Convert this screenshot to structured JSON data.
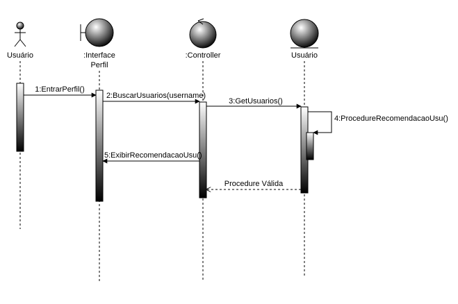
{
  "participants": [
    {
      "id": "p1",
      "kind": "actor",
      "name": "Usuário"
    },
    {
      "id": "p2",
      "kind": "boundary",
      "name_line1": ":Interface",
      "name_line2": "Perfil"
    },
    {
      "id": "p3",
      "kind": "control",
      "name": ":Controller"
    },
    {
      "id": "p4",
      "kind": "entity",
      "name": "Usuário"
    }
  ],
  "messages": [
    {
      "id": "m1",
      "label": "1:EntrarPerfil()",
      "type": "sync",
      "from": "p1",
      "to": "p2"
    },
    {
      "id": "m2",
      "label": "2:BuscarUsuarios(username)",
      "type": "sync",
      "from": "p2",
      "to": "p3"
    },
    {
      "id": "m3",
      "label": "3:GetUsuarios()",
      "type": "sync",
      "from": "p3",
      "to": "p4"
    },
    {
      "id": "m4",
      "label": "4:ProcedureRecomendacaoUsu()",
      "type": "self",
      "from": "p4",
      "to": "p4"
    },
    {
      "id": "m5",
      "label": "5:ExibirRecomendacaoUsu()",
      "type": "sync",
      "from": "p3",
      "to": "p2"
    },
    {
      "id": "m6",
      "label": "Procedure Válida",
      "type": "return",
      "from": "p4",
      "to": "p3"
    }
  ]
}
